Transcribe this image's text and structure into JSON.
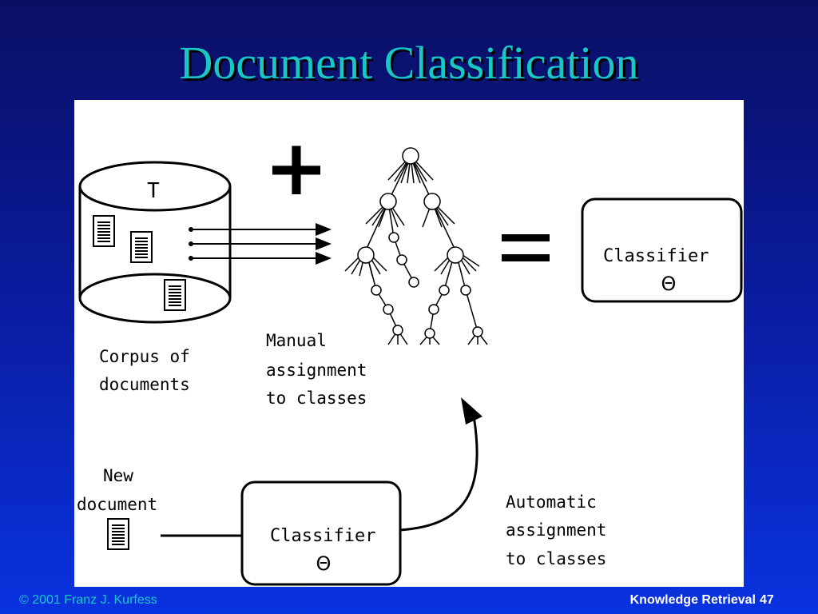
{
  "slide": {
    "title": "Document Classification",
    "footer_left": "© 2001 Franz J. Kurfess",
    "footer_right": "Knowledge Retrieval",
    "page_number": "47"
  },
  "diagram": {
    "corpus_letter": "T",
    "plus_symbol": "+",
    "equals_symbol": "=",
    "corpus_label": [
      "Corpus of",
      "documents"
    ],
    "manual_label": [
      "Manual",
      "assignment",
      "to classes"
    ],
    "classifier_top": {
      "label": "Classifier",
      "symbol": "Θ"
    },
    "new_doc_label": [
      "New",
      "document"
    ],
    "classifier_bottom": {
      "label": "Classifier",
      "symbol": "Θ"
    },
    "automatic_label": [
      "Automatic",
      "assignment",
      "to classes"
    ]
  }
}
